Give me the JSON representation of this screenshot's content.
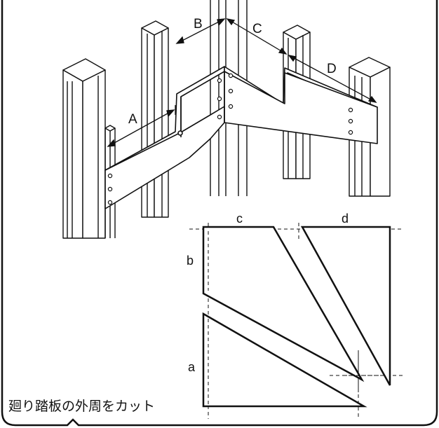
{
  "labels": {
    "A": "A",
    "B": "B",
    "C": "C",
    "D": "D",
    "a": "a",
    "b": "b",
    "c": "c",
    "d": "d"
  },
  "caption": "廻り踏板の外周をカット"
}
